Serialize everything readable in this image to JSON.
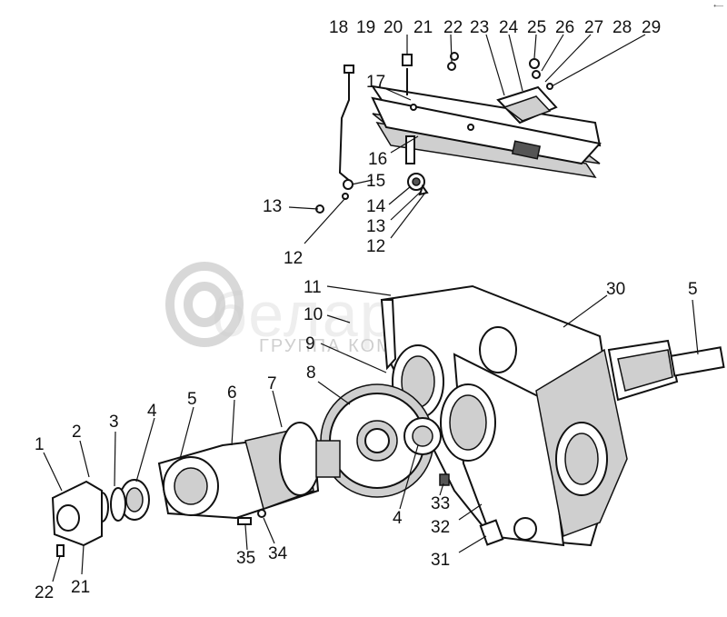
{
  "corner_mark": "•—",
  "watermark": {
    "brand": "беларо",
    "subtitle": "ГРУППА КОМПАНИЙ"
  },
  "labels": [
    "1",
    "2",
    "3",
    "4",
    "5",
    "6",
    "7",
    "8",
    "9",
    "10",
    "11",
    "12",
    "13",
    "14",
    "15",
    "16",
    "17",
    "18",
    "19",
    "20",
    "21",
    "22",
    "23",
    "24",
    "25",
    "26",
    "27",
    "28",
    "29",
    "30",
    "31",
    "32",
    "33",
    "34",
    "35"
  ],
  "callouts": {
    "top_row": [
      "18",
      "19",
      "20",
      "21",
      "22",
      "23",
      "24",
      "25",
      "26",
      "27",
      "28",
      "29"
    ],
    "cover_left": [
      "17",
      "16",
      "15",
      "14",
      "13",
      "12"
    ],
    "left_side": [
      "13",
      "12",
      "11",
      "10",
      "9",
      "8"
    ],
    "bottom_left": [
      "1",
      "2",
      "3",
      "4",
      "5",
      "6",
      "7",
      "22",
      "21",
      "35",
      "34"
    ],
    "bottom_right": [
      "4",
      "33",
      "32",
      "31",
      "30",
      "5"
    ]
  }
}
